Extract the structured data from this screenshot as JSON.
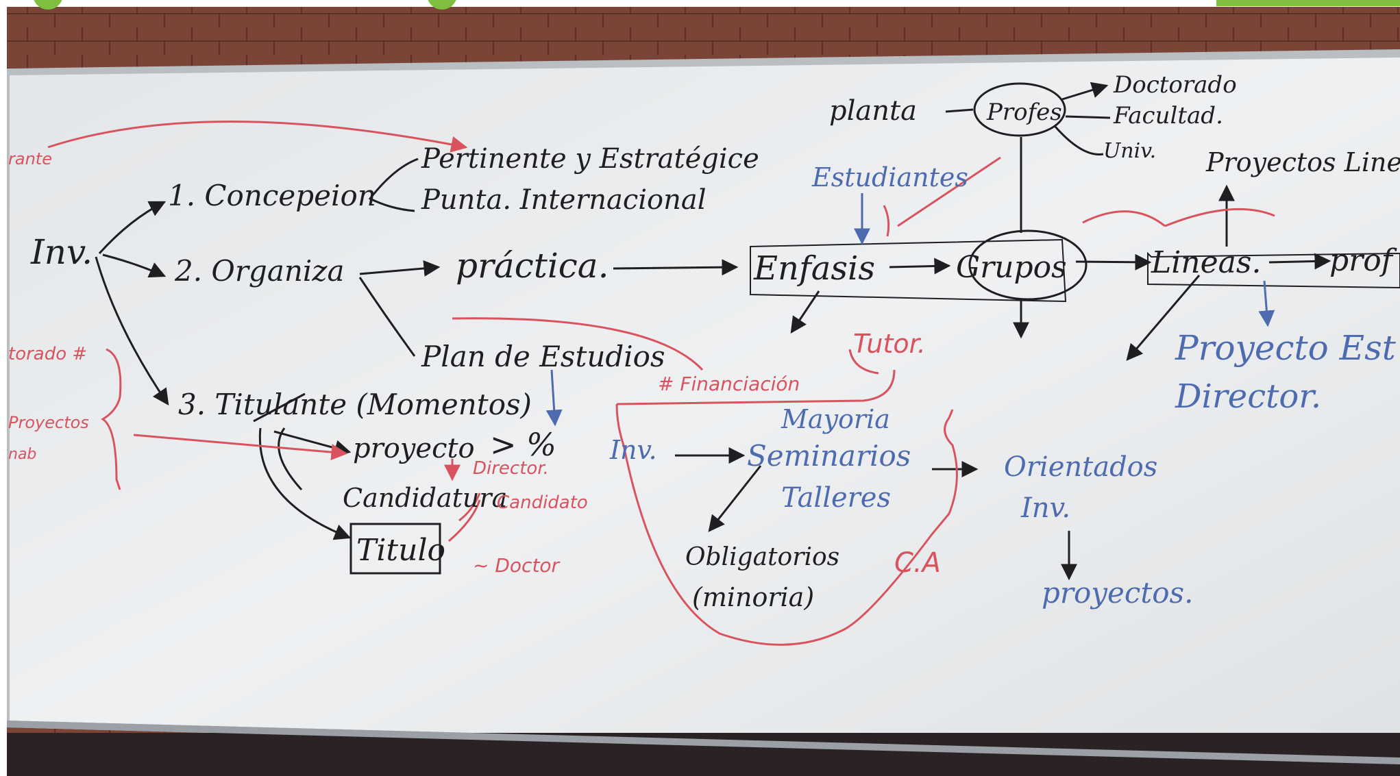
{
  "colors": {
    "brick": "#7a4536",
    "board": "#e9ecef",
    "black_marker": "#1f1f22",
    "blue_marker": "#4e6bb0",
    "red_marker": "#d9535f",
    "accent_green": "#7fbf3f"
  },
  "black": {
    "inv": "Inv.",
    "concepcion": "1. Concepeion",
    "pertinente": "Pertinente y Estratégice",
    "punta": "Punta. Internacional",
    "organiza": "2. Organiza",
    "practica": "práctica.",
    "plan": "Plan de Estudios",
    "momentos": "3. Titulante (Momentos)",
    "proyecto": "proyecto",
    "candidatura": "Candidatura",
    "titulo": "Titulo",
    "enfasis": "Enfasis",
    "grupos": "Grupos",
    "lineas": "Lineas.",
    "prof": "prof",
    "planta": "planta",
    "profes": "Profes",
    "doctorado": "Doctorado",
    "facultad": "Facultad.",
    "univ": "Univ.",
    "proyectos_linea": "Proyectos Linea",
    "pct": "> %",
    "obligatorios": "Obligatorios",
    "minoria": "(minoria)"
  },
  "blue": {
    "estudiantes": "Estudiantes",
    "inv2": "Inv.",
    "mayoria": "Mayoria",
    "seminarios": "Seminarios",
    "talleres": "Talleres",
    "orientados": "Orientados",
    "inv3": "Inv.",
    "proyectos": "proyectos.",
    "proyecto_est": "Proyecto Est",
    "director": "Director."
  },
  "red": {
    "rante": "rante",
    "torado": "torado #",
    "proyectos_l": "Proyectos",
    "nab": "nab",
    "financiacion": "# Financiación",
    "tutor": "Tutor.",
    "director": "Director.",
    "candidato": "Candidato",
    "doctor": "~ Doctor",
    "ca": "C.A"
  }
}
